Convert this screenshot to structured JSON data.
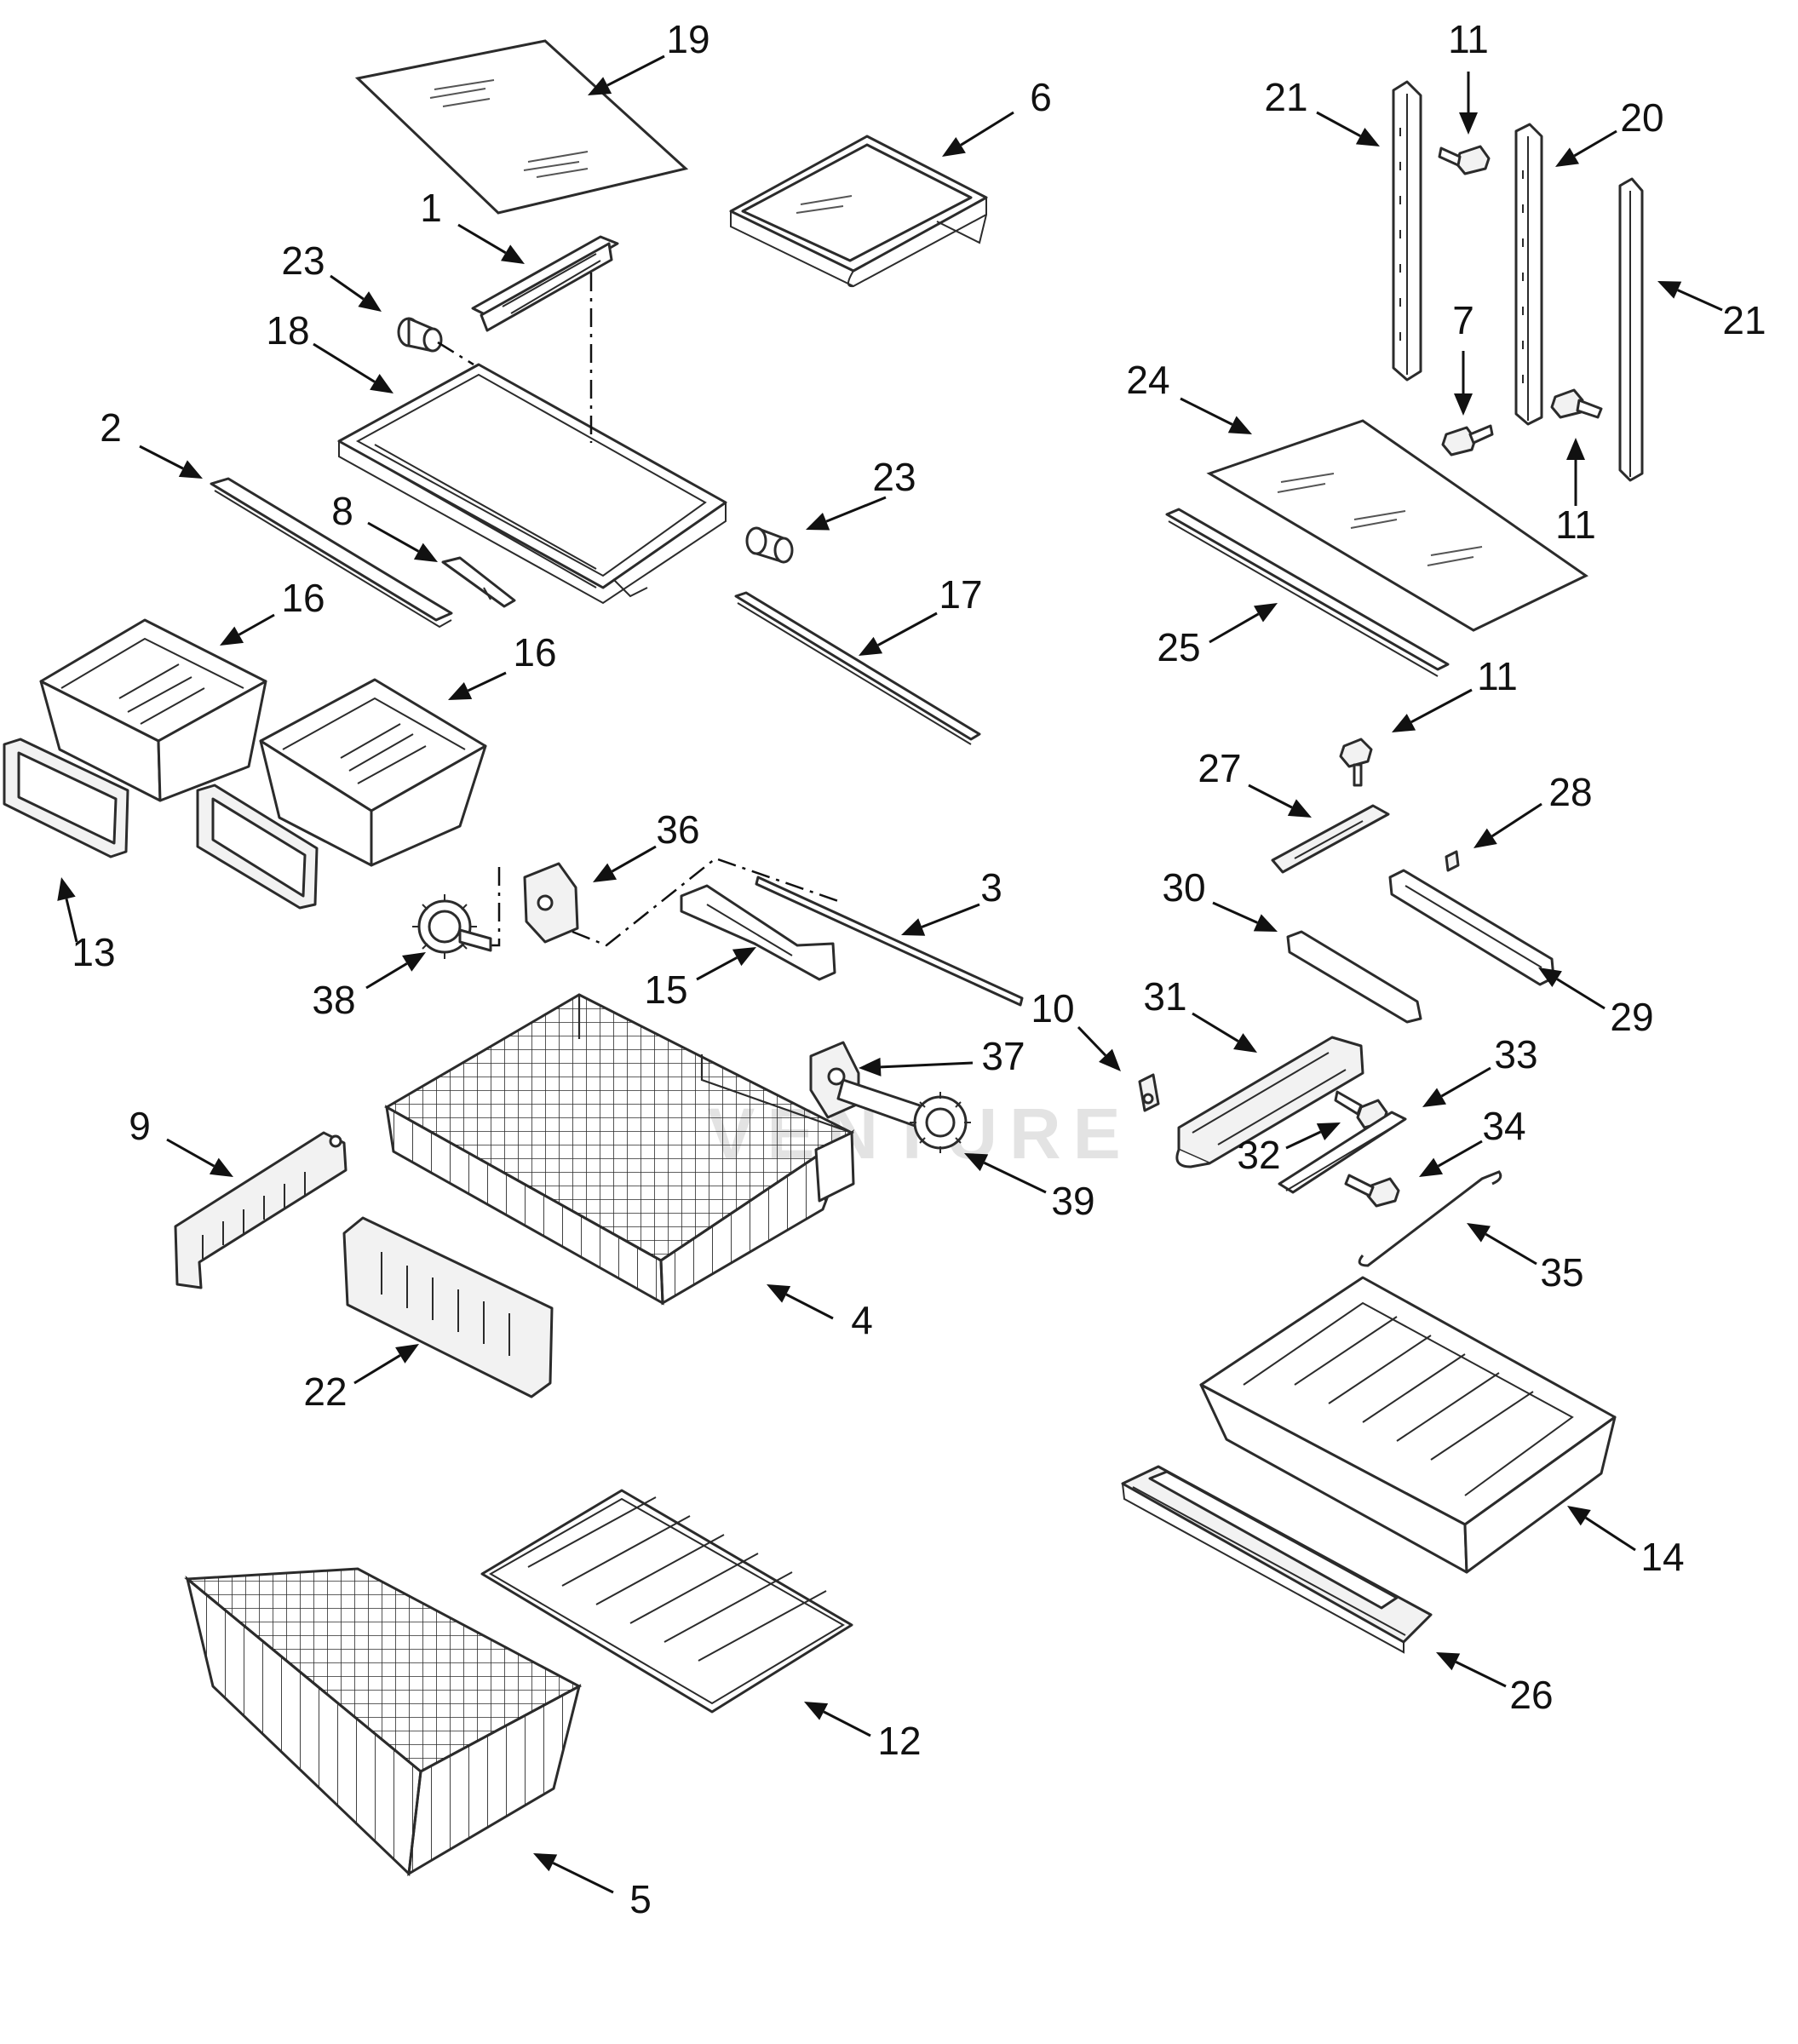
{
  "watermark_text": "VENTURE",
  "callouts": [
    {
      "id": "c19a",
      "label": "19"
    },
    {
      "id": "c6",
      "label": "6"
    },
    {
      "id": "c1",
      "label": "1"
    },
    {
      "id": "c23a",
      "label": "23"
    },
    {
      "id": "c18",
      "label": "18"
    },
    {
      "id": "c2",
      "label": "2"
    },
    {
      "id": "c8",
      "label": "8"
    },
    {
      "id": "c23b",
      "label": "23"
    },
    {
      "id": "c17",
      "label": "17"
    },
    {
      "id": "c16a",
      "label": "16"
    },
    {
      "id": "c16b",
      "label": "16"
    },
    {
      "id": "c13",
      "label": "13"
    },
    {
      "id": "c36",
      "label": "36"
    },
    {
      "id": "c3",
      "label": "3"
    },
    {
      "id": "c15",
      "label": "15"
    },
    {
      "id": "c38",
      "label": "38"
    },
    {
      "id": "c10",
      "label": "10"
    },
    {
      "id": "c37",
      "label": "37"
    },
    {
      "id": "c39",
      "label": "39"
    },
    {
      "id": "c9",
      "label": "9"
    },
    {
      "id": "c4",
      "label": "4"
    },
    {
      "id": "c22",
      "label": "22"
    },
    {
      "id": "c12",
      "label": "12"
    },
    {
      "id": "c5",
      "label": "5"
    },
    {
      "id": "c11a",
      "label": "11"
    },
    {
      "id": "c21a",
      "label": "21"
    },
    {
      "id": "c20",
      "label": "20"
    },
    {
      "id": "c21b",
      "label": "21"
    },
    {
      "id": "c7",
      "label": "7"
    },
    {
      "id": "c24",
      "label": "24"
    },
    {
      "id": "c11b",
      "label": "11"
    },
    {
      "id": "c25",
      "label": "25"
    },
    {
      "id": "c11c",
      "label": "11"
    },
    {
      "id": "c27",
      "label": "27"
    },
    {
      "id": "c28",
      "label": "28"
    },
    {
      "id": "c30",
      "label": "30"
    },
    {
      "id": "c29",
      "label": "29"
    },
    {
      "id": "c31",
      "label": "31"
    },
    {
      "id": "c33",
      "label": "33"
    },
    {
      "id": "c32",
      "label": "32"
    },
    {
      "id": "c34",
      "label": "34"
    },
    {
      "id": "c35",
      "label": "35"
    },
    {
      "id": "c14",
      "label": "14"
    },
    {
      "id": "c26",
      "label": "26"
    }
  ]
}
